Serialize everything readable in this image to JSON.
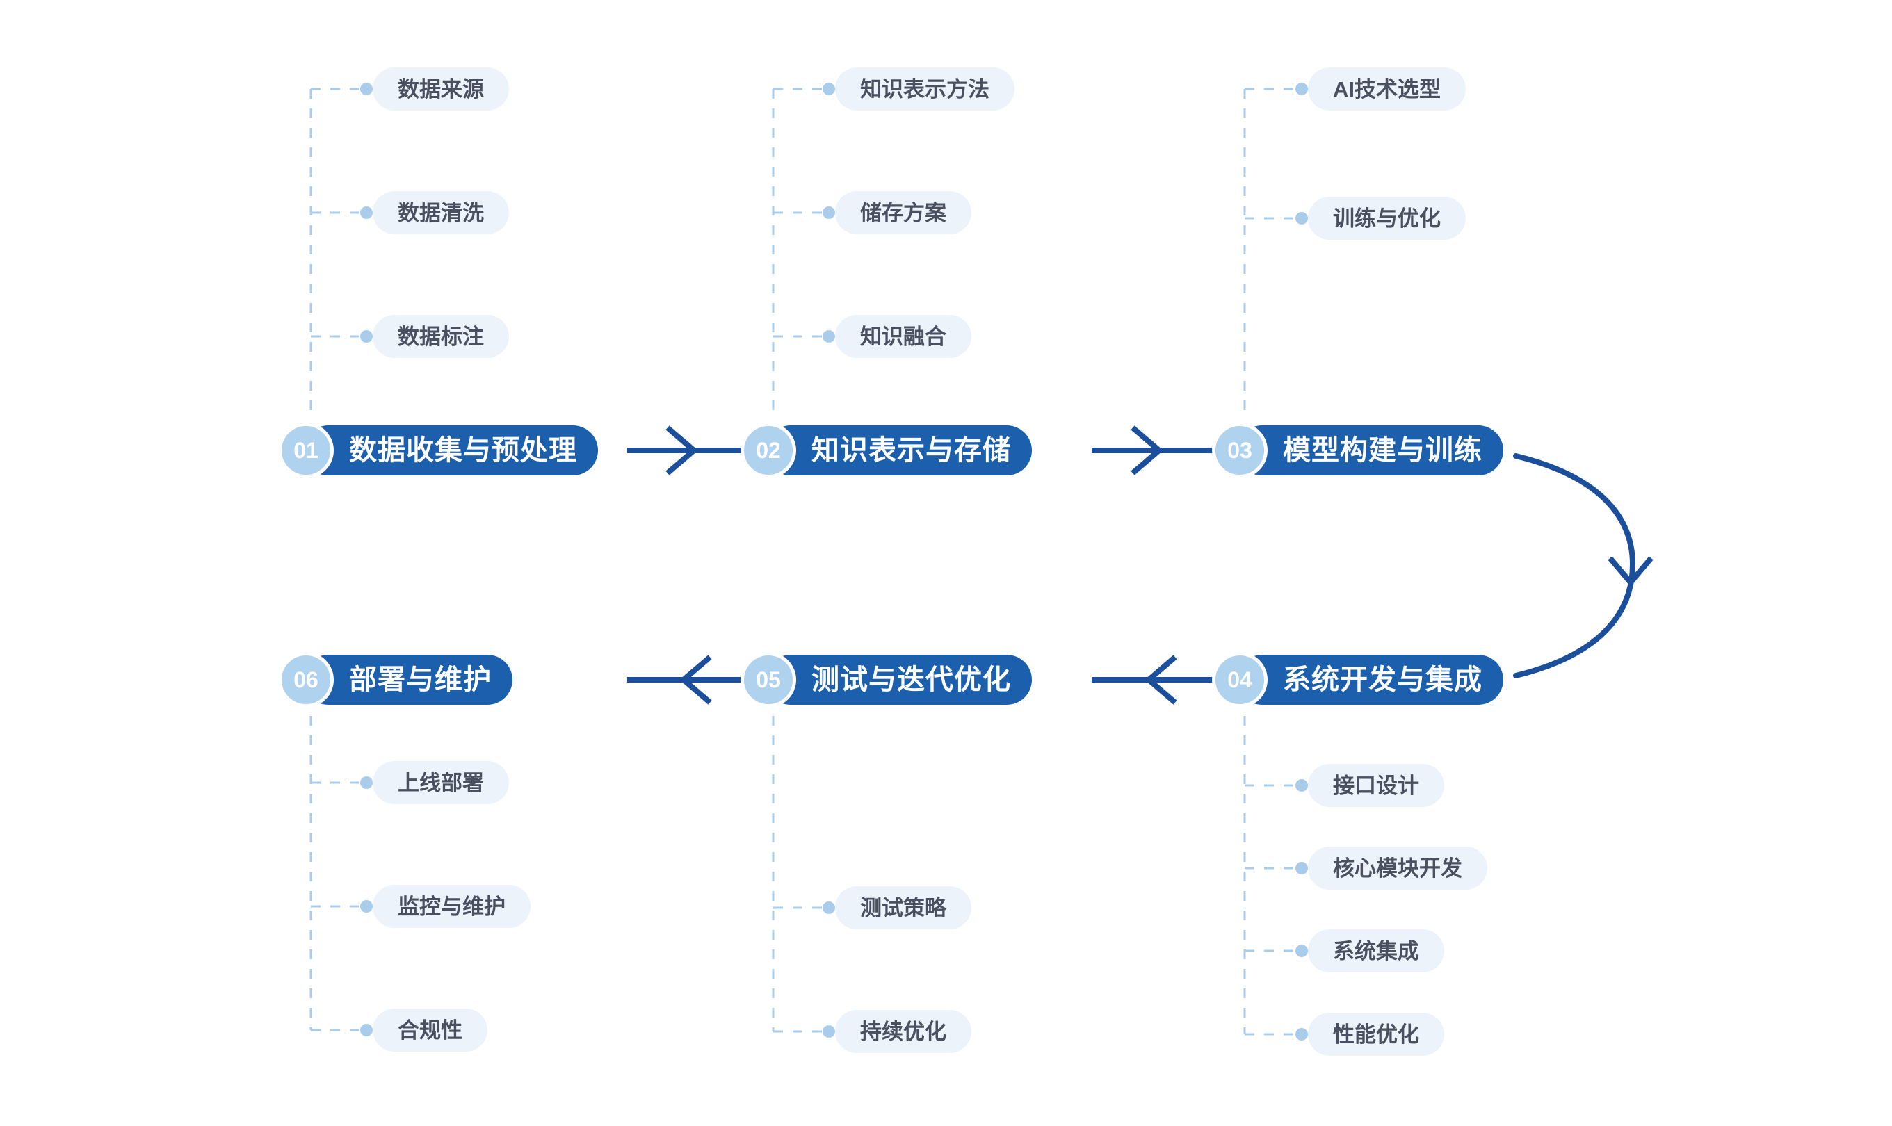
{
  "theme": {
    "bar_color": "#1B5FAD",
    "badge_color": "#AFD2EE",
    "leaf_bg": "#EDF3FB",
    "leaf_text": "#4A5060",
    "connector_color": "#A9CCEA",
    "arrow_color": "#1B4F9C",
    "page_bg": "#FFFFFF"
  },
  "stages": [
    {
      "number": "01",
      "title": "数据收集与预处理",
      "leaves": [
        "数据来源",
        "数据清洗",
        "数据标注"
      ]
    },
    {
      "number": "02",
      "title": "知识表示与存储",
      "leaves": [
        "知识表示方法",
        "储存方案",
        "知识融合"
      ]
    },
    {
      "number": "03",
      "title": "模型构建与训练",
      "leaves": [
        "AI技术选型",
        "训练与优化"
      ]
    },
    {
      "number": "04",
      "title": "系统开发与集成",
      "leaves": [
        "接口设计",
        "核心模块开发",
        "系统集成",
        "性能优化"
      ]
    },
    {
      "number": "05",
      "title": "测试与迭代优化",
      "leaves": [
        "测试策略",
        "持续优化"
      ]
    },
    {
      "number": "06",
      "title": "部署与维护",
      "leaves": [
        "上线部署",
        "监控与维护",
        "合规性"
      ]
    }
  ],
  "flow": {
    "order": [
      "01",
      "02",
      "03",
      "04",
      "05",
      "06"
    ],
    "connectors": [
      {
        "from": "01",
        "to": "02",
        "kind": "straight-right"
      },
      {
        "from": "02",
        "to": "03",
        "kind": "straight-right"
      },
      {
        "from": "03",
        "to": "04",
        "kind": "curve-down-right"
      },
      {
        "from": "04",
        "to": "05",
        "kind": "straight-left"
      },
      {
        "from": "05",
        "to": "06",
        "kind": "straight-left"
      }
    ]
  }
}
